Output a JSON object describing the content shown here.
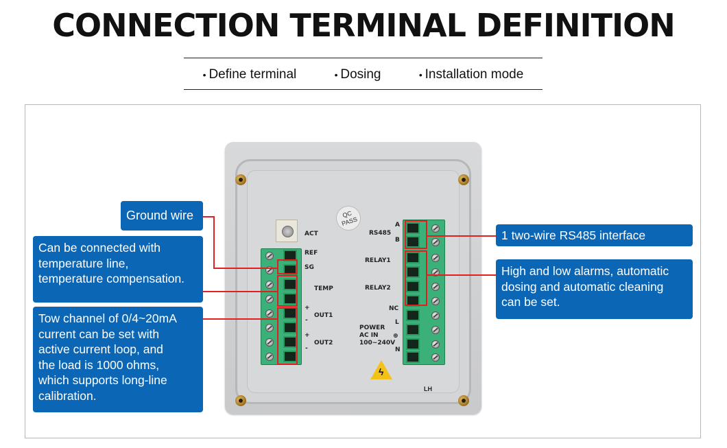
{
  "title": "CONNECTION TERMINAL DEFINITION",
  "nav": [
    "Define terminal",
    "Dosing",
    "Installation mode"
  ],
  "device": {
    "qc_line1": "QC",
    "qc_line2": "PASS",
    "left_labels": [
      "ACT",
      "REF",
      "SG",
      "TEMP",
      "+",
      "-",
      "OUT1",
      "+",
      "-",
      "OUT2"
    ],
    "right_labels": {
      "rs485": "RS485",
      "a": "A",
      "b": "B",
      "relay1": "RELAY1",
      "relay2": "RELAY2",
      "nc": "NC",
      "power1": "POWER",
      "power2": "AC IN",
      "power3": "100~240V",
      "l": "L",
      "ground": "⊕",
      "n": "N"
    },
    "model": "LH"
  },
  "callouts": {
    "ground": "Ground wire",
    "temp": [
      "Can be connected with",
      "temperature line,",
      "temperature compensation."
    ],
    "current": [
      "Tow channel of 0/4~20mA",
      "current can be set with",
      "active current loop, and",
      "the load is 1000 ohms,",
      "which supports long-line",
      "calibration."
    ],
    "rs485": "1 two-wire RS485 interface",
    "alarms": [
      "High and low alarms, automatic",
      "dosing and automatic cleaning",
      "can be set."
    ]
  },
  "colors": {
    "callout_bg": "#0b66b5",
    "highlight": "#e02020",
    "terminal": "#3bb078"
  }
}
